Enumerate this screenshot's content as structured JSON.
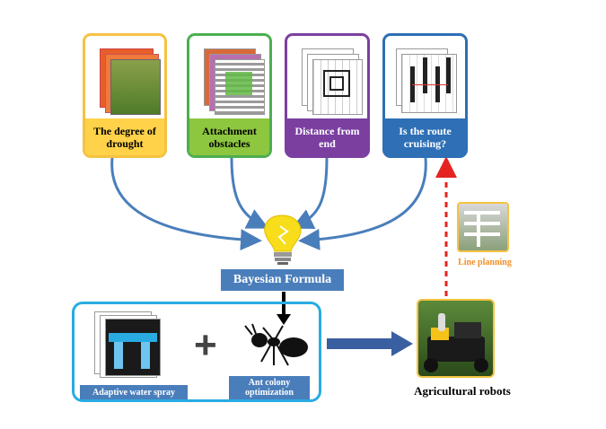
{
  "cards": [
    {
      "label": "The degree of drought",
      "border": "#f5c242",
      "bg": "#ffd24a"
    },
    {
      "label": "Attachment obstacles",
      "border": "#4caf50",
      "bg": "#8dc63f"
    },
    {
      "label": "Distance from end",
      "border": "#7b3fa0",
      "bg": "#7b3fa0"
    },
    {
      "label": "Is the route cruising?",
      "border": "#2e6fb5",
      "bg": "#2e6fb5"
    }
  ],
  "center": {
    "label": "Bayesian Formula"
  },
  "bottom": {
    "left_label": "Adaptive water spray",
    "right_label": "Ant colony optimization",
    "plus": "+"
  },
  "robot": {
    "label": "Agricultural robots",
    "planning_label": "Line planning"
  },
  "colors": {
    "arrow": "#4a7ebb",
    "dashed_arrow": "#e52421",
    "bulb": "#f7dd1a",
    "box_border": "#29abe2"
  },
  "icons": [
    "lightbulb-icon",
    "ant-icon",
    "plus-icon",
    "robot-photo",
    "field-thumbnail",
    "grid-thumbnail"
  ]
}
